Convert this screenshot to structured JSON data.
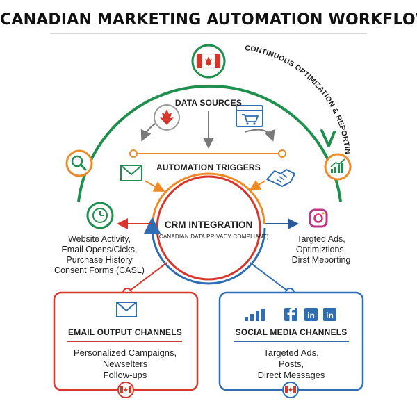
{
  "title": "CANADIAN MARKETING AUTOMATION WORKFLOW",
  "arc_label": "CONTINUOUS OPTIMIZATION & REPORTING",
  "data_sources": {
    "label": "DATA SOURCES"
  },
  "automation_triggers": {
    "label": "AUTOMATION TRIGGERS"
  },
  "crm": {
    "title": "CRM INTEGRATION",
    "subtitle": "(CANADIAN DATA PRIVACY COMPLIANT)"
  },
  "left_list": [
    "Website Activity,",
    "Email Opens/Cicks,",
    "Purchase History",
    "Consent Forms (CASL)"
  ],
  "right_list": [
    "Targted Ads,",
    "Optimiztions,",
    "Dirst Meporting"
  ],
  "email_box": {
    "title": "EMAIL OUTPUT CHANNELS",
    "items": [
      "Personalized Campaigns,",
      "Newselters",
      "Follow-ups"
    ]
  },
  "social_box": {
    "title": "SOCIAL MEDIA CHANNELS",
    "items": [
      "Targeted Ads,",
      "Posts,",
      "Direct Messages"
    ]
  },
  "colors": {
    "green": "#1f8f4e",
    "orange": "#f08a24",
    "red": "#d9362b",
    "blue": "#2f6db5",
    "gray": "#8a8a8a",
    "text": "#1e1e1e"
  },
  "icons": {
    "top": "canada-flag-icon",
    "left_top": "search-icon",
    "left_mid": "clock-icon",
    "right_top": "growth-chart-icon",
    "right_mid": "instagram-icon",
    "data_left": "maple-leaf-icon",
    "data_right": "shopping-cart-browser-icon",
    "trigger_left": "email-envelope-icon",
    "trigger_right": "handshake-icon",
    "email_box": "email-envelope-icon",
    "social_box": [
      "bar-chart-icon",
      "facebook-icon",
      "linkedin-icon",
      "linkedin-icon"
    ],
    "box_flags": "canada-flag-icon"
  }
}
